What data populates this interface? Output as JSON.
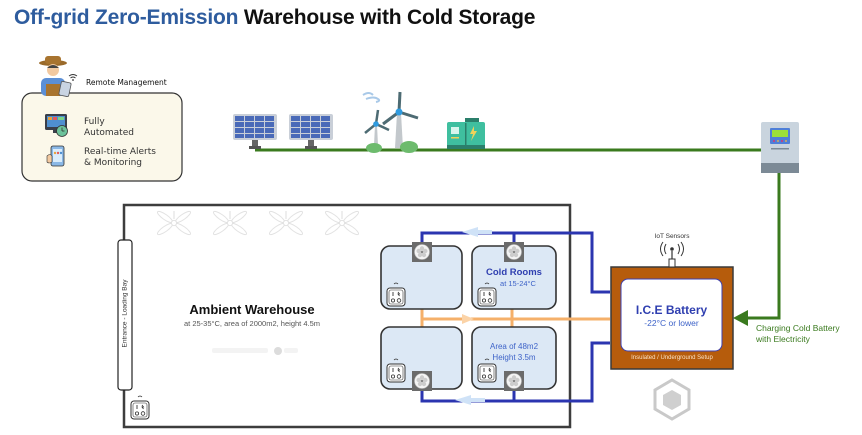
{
  "title": {
    "highlight": "Off-grid Zero-Emission",
    "rest": "Warehouse with Cold Storage"
  },
  "remote_management": {
    "label": "Remote Management",
    "features": [
      {
        "icon": "dashboard-timer-icon",
        "line1": "Fully",
        "line2": "Automated"
      },
      {
        "icon": "phone-alerts-icon",
        "line1": "Real-time Alerts",
        "line2": "& Monitoring"
      }
    ]
  },
  "energy_sources": [
    {
      "name": "solar-panel",
      "icon": "solar-panel-icon"
    },
    {
      "name": "solar-panel",
      "icon": "solar-panel-icon"
    },
    {
      "name": "wind-turbines",
      "icon": "wind-turbine-icon"
    },
    {
      "name": "generator",
      "icon": "generator-icon"
    },
    {
      "name": "charge-controller",
      "icon": "controller-icon"
    }
  ],
  "warehouse": {
    "entrance_label": "Entrance - Loading Bay",
    "title": "Ambient Warehouse",
    "subtitle": "at 25-35°C, area of 2000m2, height 4.5m",
    "ceiling_fans": 4
  },
  "cold_rooms": {
    "title": "Cold Rooms",
    "temperature": "at 15-24°C",
    "area": "Area of 48m2",
    "height": "Height 3.5m",
    "count": 4
  },
  "ice_battery": {
    "iot_label": "IoT Sensors",
    "title": "I.C.E Battery",
    "temperature": "-22°C or lower",
    "setup": "Insulated / Underground Setup"
  },
  "charging": {
    "line1": "Charging Cold Battery",
    "line2": "with Electricity"
  },
  "colors": {
    "title_blue": "#2e5c9e",
    "power_line": "#3a7a1e",
    "coolant_line": "#2b35b0",
    "warm_line": "#f5b06a",
    "battery_brown": "#b65c0c",
    "room_fill": "#dce8f5",
    "panel_cream": "#fbf8ea"
  }
}
